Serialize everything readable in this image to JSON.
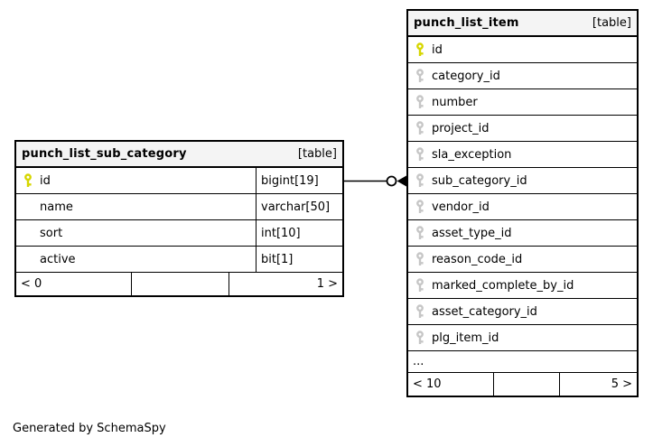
{
  "colors": {
    "primary_key": "#d6d600",
    "foreign_key": "#c6c6c6",
    "header_bg": "#f4f4f4",
    "border": "#000000"
  },
  "generated_note": "Generated by SchemaSpy",
  "tables": [
    {
      "name": "punch_list_sub_category",
      "tag": "[table]",
      "columns": [
        {
          "name": "id",
          "type": "bigint[19]",
          "key": "primary"
        },
        {
          "name": "name",
          "type": "varchar[50]",
          "key": ""
        },
        {
          "name": "sort",
          "type": "int[10]",
          "key": ""
        },
        {
          "name": "active",
          "type": "bit[1]",
          "key": ""
        }
      ],
      "pager": {
        "left": "< 0",
        "middle": "",
        "right": "1 >"
      }
    },
    {
      "name": "punch_list_item",
      "tag": "[table]",
      "columns": [
        {
          "name": "id",
          "key": "primary"
        },
        {
          "name": "category_id",
          "key": "foreign"
        },
        {
          "name": "number",
          "key": "foreign"
        },
        {
          "name": "project_id",
          "key": "foreign"
        },
        {
          "name": "sla_exception",
          "key": "foreign"
        },
        {
          "name": "sub_category_id",
          "key": "foreign"
        },
        {
          "name": "vendor_id",
          "key": "foreign"
        },
        {
          "name": "asset_type_id",
          "key": "foreign"
        },
        {
          "name": "reason_code_id",
          "key": "foreign"
        },
        {
          "name": "marked_complete_by_id",
          "key": "foreign"
        },
        {
          "name": "asset_category_id",
          "key": "foreign"
        },
        {
          "name": "plg_item_id",
          "key": "foreign"
        }
      ],
      "ellipsis": "...",
      "pager": {
        "left": "< 10",
        "middle": "",
        "right": "5 >"
      }
    }
  ],
  "relationship": {
    "from_table": "punch_list_sub_category",
    "from_column": "id",
    "to_table": "punch_list_item",
    "to_column": "sub_category_id"
  }
}
